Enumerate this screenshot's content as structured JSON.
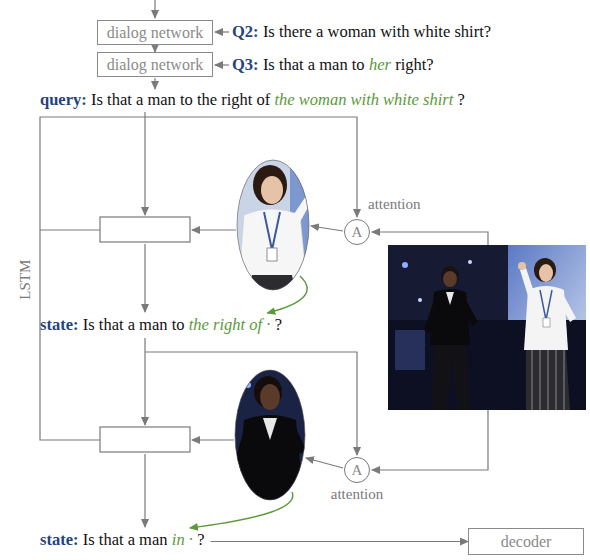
{
  "diagram": {
    "nodes": [
      {
        "text": [
          "dialog network"
        ]
      },
      {
        "text": [
          "dialog network"
        ]
      },
      {
        "text": [
          "A"
        ]
      },
      {
        "text": [
          "A"
        ]
      },
      {
        "text": [
          "decoder"
        ]
      }
    ],
    "edges": [
      {
        "from": 0,
        "to": 1,
        "arrow": "to"
      }
    ],
    "labels": [
      "Q2:",
      "Is there a woman with white shirt?",
      "Q3:",
      "Is that a man to",
      "her",
      "right?",
      "query:",
      "Is that a man to the right of",
      "the woman with white shirt",
      "?",
      "LSTM",
      "attention",
      "state:",
      "Is that a man to",
      "the right of ·",
      "?",
      "attention",
      "state:",
      "Is that a man",
      "in ·",
      "?"
    ]
  }
}
